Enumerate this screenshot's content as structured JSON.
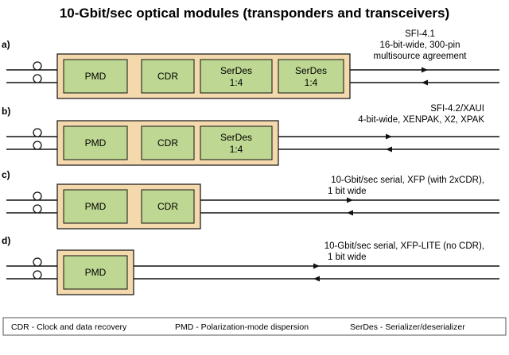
{
  "title": "10-Gbit/sec optical modules (transponders and transceivers)",
  "colors": {
    "module_fill": "#f4d9ad",
    "block_fill": "#bed792",
    "line": "#111111",
    "legend_border": "#555555"
  },
  "rows": [
    {
      "label": "a)",
      "blocks": [
        {
          "name": "pmd",
          "line1": "PMD",
          "line2": ""
        },
        {
          "name": "cdr",
          "line1": "CDR",
          "line2": ""
        },
        {
          "name": "serdes-1",
          "line1": "SerDes",
          "line2": "1:4"
        },
        {
          "name": "serdes-2",
          "line1": "SerDes",
          "line2": "1:4"
        }
      ],
      "desc": [
        "SFI-4.1",
        "16-bit-wide, 300-pin",
        "multisource agreement"
      ]
    },
    {
      "label": "b)",
      "blocks": [
        {
          "name": "pmd",
          "line1": "PMD",
          "line2": ""
        },
        {
          "name": "cdr",
          "line1": "CDR",
          "line2": ""
        },
        {
          "name": "serdes",
          "line1": "SerDes",
          "line2": "1:4"
        }
      ],
      "desc": [
        "SFI-4.2/XAUI",
        "4-bit-wide, XENPAK, X2, XPAK"
      ]
    },
    {
      "label": "c)",
      "blocks": [
        {
          "name": "pmd",
          "line1": "PMD",
          "line2": ""
        },
        {
          "name": "cdr",
          "line1": "CDR",
          "line2": ""
        }
      ],
      "desc": [
        "10-Gbit/sec serial, XFP (with 2xCDR),",
        "1  bit wide"
      ]
    },
    {
      "label": "d)",
      "blocks": [
        {
          "name": "pmd",
          "line1": "PMD",
          "line2": ""
        }
      ],
      "desc": [
        "10-Gbit/sec serial, XFP-LITE (no CDR),",
        "1  bit wide"
      ]
    }
  ],
  "legend": [
    "CDR - Clock and data recovery",
    "PMD - Polarization-mode dispersion",
    "SerDes - Serializer/deserializer"
  ]
}
